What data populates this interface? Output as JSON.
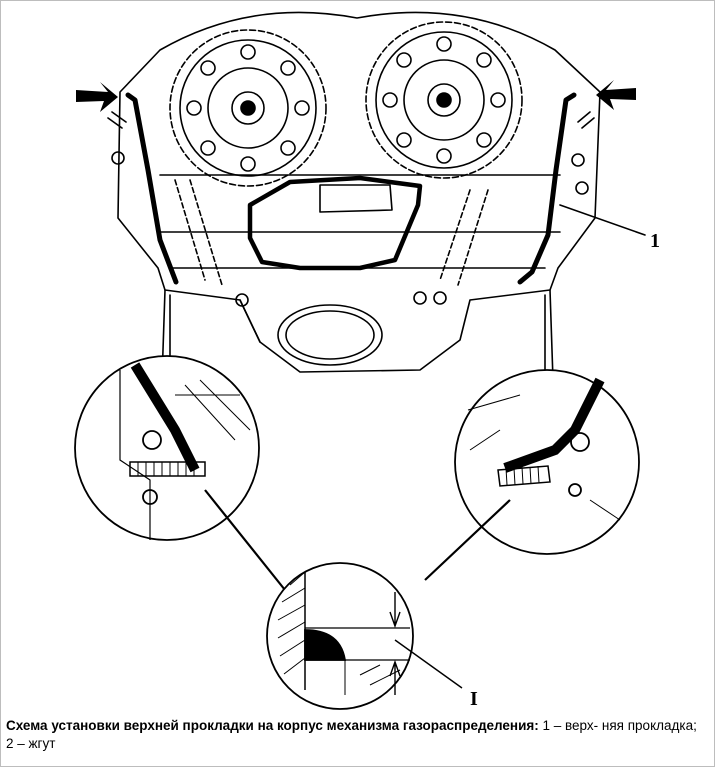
{
  "figure": {
    "callouts": {
      "gasket": "1",
      "detail": "I"
    }
  },
  "caption": {
    "title": "Схема установки верхней прокладки на корпус механизма газораспределения:",
    "text": " 1 – верх- няя прокладка; 2 – жгут"
  }
}
